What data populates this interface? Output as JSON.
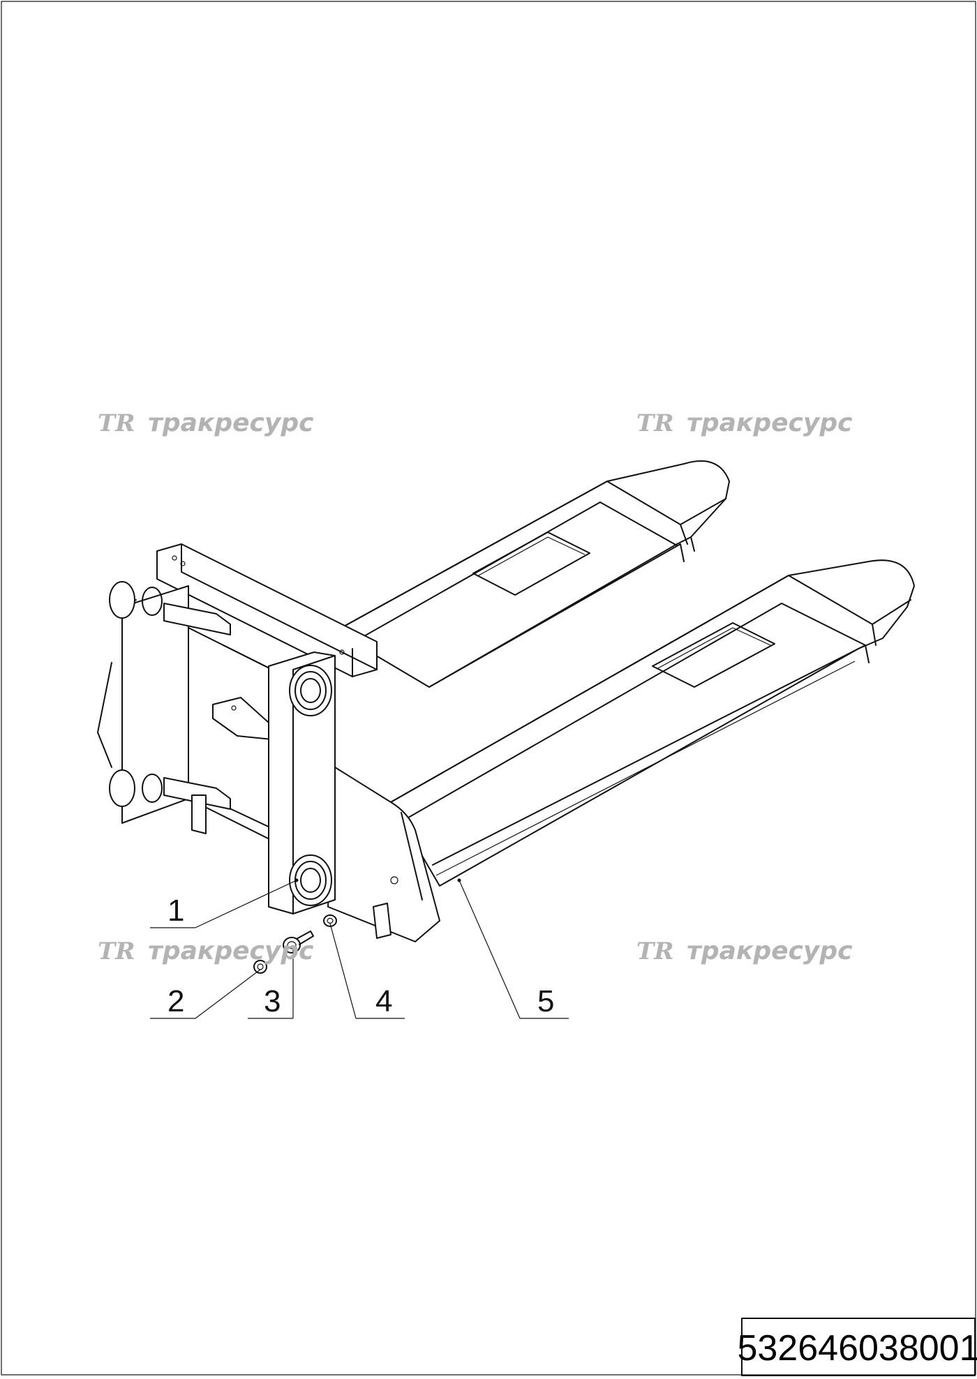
{
  "watermark": {
    "logo": "TR",
    "text": "тракресурс"
  },
  "callouts": [
    {
      "label": "1"
    },
    {
      "label": "2"
    },
    {
      "label": "3"
    },
    {
      "label": "4"
    },
    {
      "label": "5"
    }
  ],
  "document_code": "532646038001"
}
